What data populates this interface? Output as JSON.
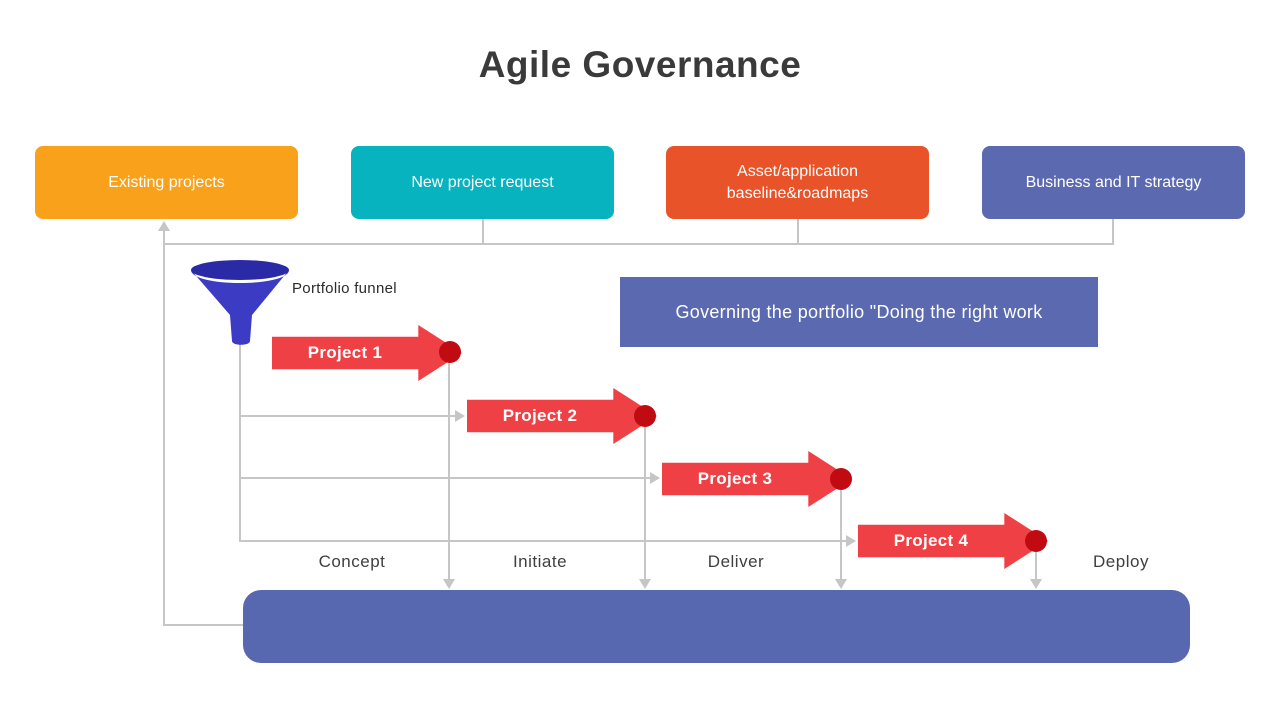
{
  "title": "Agile Governance",
  "top_boxes": [
    {
      "label": "Existing projects",
      "color": "#F9A11B"
    },
    {
      "label": "New project request",
      "color": "#06B3BF"
    },
    {
      "label": "Asset/application baseline&roadmaps",
      "color": "#E8532A"
    },
    {
      "label": "Business and IT strategy",
      "color": "#5B6AB0"
    }
  ],
  "funnel": {
    "label": "Portfolio funnel",
    "icon": "funnel-icon",
    "color": "#3B3BC4",
    "rim_color": "#2A2AA6"
  },
  "governing_box": {
    "label": "Governing the portfolio \"Doing the right work",
    "color": "#5B6AB0"
  },
  "projects": [
    {
      "label": "Project 1"
    },
    {
      "label": "Project 2"
    },
    {
      "label": "Project 3"
    },
    {
      "label": "Project 4"
    }
  ],
  "stages": [
    {
      "label": "Concept"
    },
    {
      "label": "Initiate"
    },
    {
      "label": "Deliver"
    },
    {
      "label": "Deploy"
    }
  ],
  "colors": {
    "project_arrow_red": "#EF4145",
    "milestone_red": "#C00B12",
    "connector_gray": "#C6C6C6",
    "title_text": "#3A3A3A",
    "bottom_bar": "#5868B0"
  }
}
